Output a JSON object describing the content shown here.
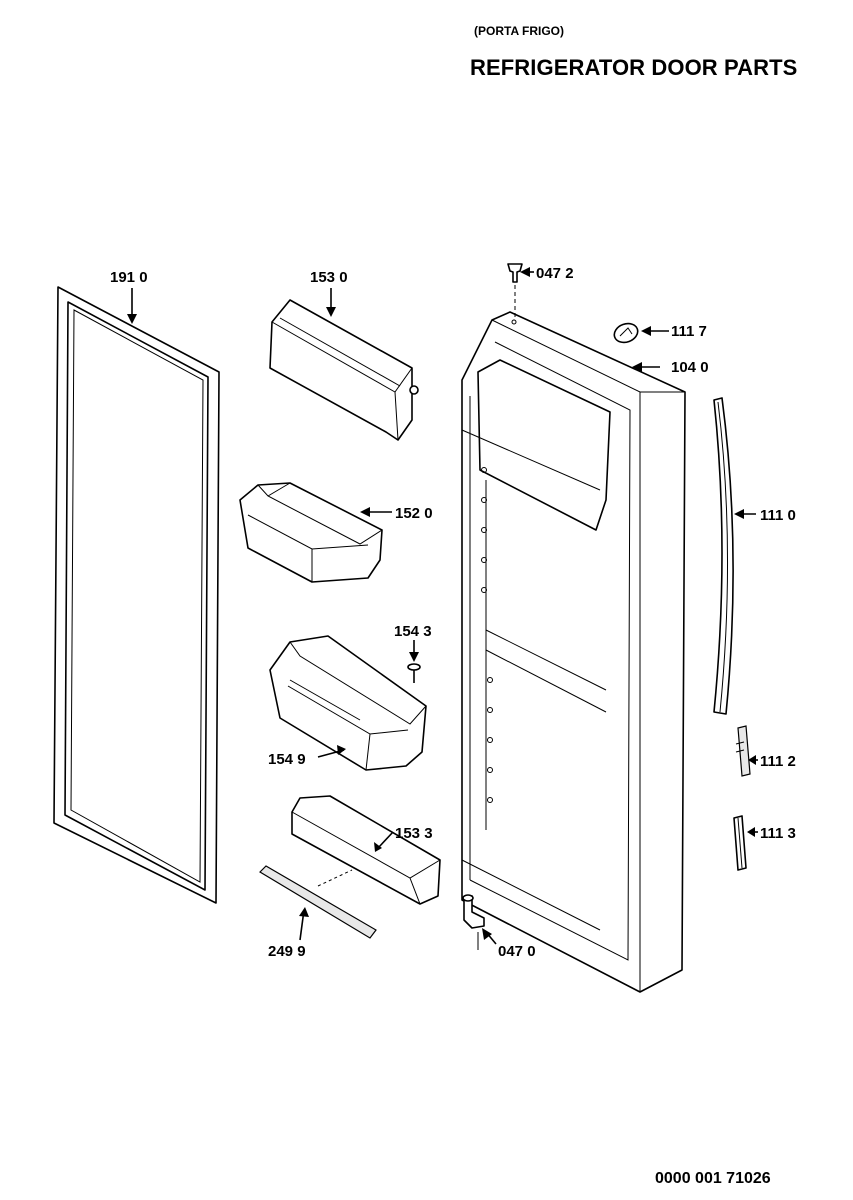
{
  "header": {
    "subtitle": "(PORTA FRIGO)",
    "title": "REFRIGERATOR DOOR PARTS"
  },
  "footer": {
    "doc_number": "0000 001 71026"
  },
  "parts": [
    {
      "id": "gasket",
      "label": "191 0"
    },
    {
      "id": "top-cover",
      "label": "153 0"
    },
    {
      "id": "shelf-bin",
      "label": "152 0"
    },
    {
      "id": "screw",
      "label": "154 3"
    },
    {
      "id": "bottle-bin",
      "label": "154 9"
    },
    {
      "id": "bottle-retainer",
      "label": "153 3"
    },
    {
      "id": "retainer-bar",
      "label": "249 9"
    },
    {
      "id": "hinge-pin",
      "label": "047 2"
    },
    {
      "id": "plug",
      "label": "111 7"
    },
    {
      "id": "door",
      "label": "104 0"
    },
    {
      "id": "handle",
      "label": "111 0"
    },
    {
      "id": "handle-cap-top",
      "label": "111 2"
    },
    {
      "id": "handle-cap-bottom",
      "label": "111 3"
    },
    {
      "id": "bottom-hinge",
      "label": "047 0"
    }
  ]
}
